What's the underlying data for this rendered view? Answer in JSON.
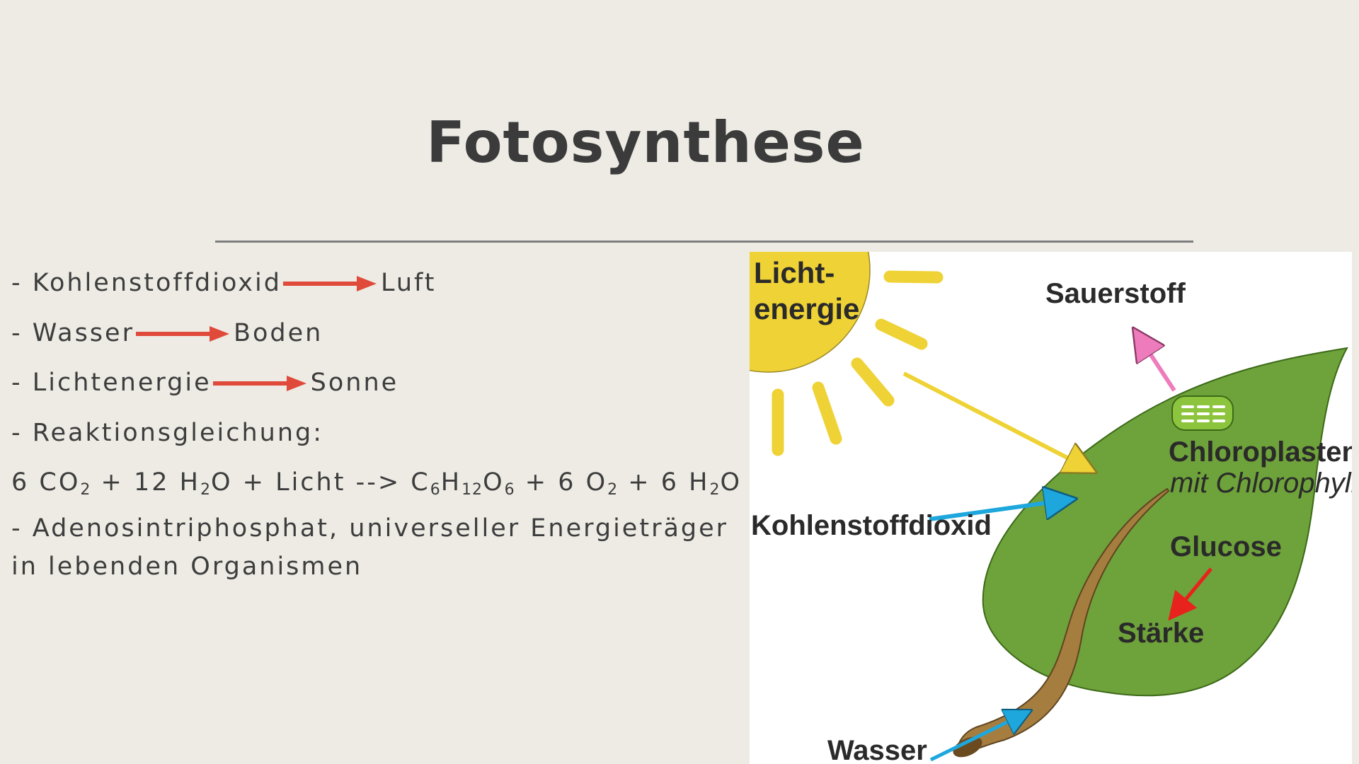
{
  "title": "Fotosynthese",
  "bullets": [
    {
      "prefix": "- Kohlenstoffdioxid",
      "target": "Luft"
    },
    {
      "prefix": "- Wasser",
      "target": "Boden"
    },
    {
      "prefix": "- Lichtenergie",
      "target": "Sonne"
    }
  ],
  "reaction_heading": "- Reaktionsgleichung:",
  "equation": {
    "t1": "6 CO",
    "s1": "2",
    "t2": " + 12 H",
    "s2": "2",
    "t3": "O + Licht --> C",
    "s3": "6",
    "t4": "H",
    "s4": "12",
    "t5": "O",
    "s5": "6",
    "t6": " + 6 O",
    "s6": "2",
    "t7": " + 6 H",
    "s7": "2",
    "t8": "O"
  },
  "atp_note": "- Adenosintriphosphat, universeller Energieträger in lebenden Organismen",
  "figure": {
    "licht_line1": "Licht-",
    "licht_line2": "energie",
    "sauerstoff": "Sauerstoff",
    "chloroplasten": "Chloroplasten",
    "chlorophyll": "mit Chlorophyll",
    "kohlenstoffdioxid": "Kohlenstoffdioxid",
    "glucose": "Glucose",
    "staerke": "Stärke",
    "wasser": "Wasser"
  },
  "colors": {
    "background": "#edebe4",
    "text": "#3d3d3d",
    "arrow_red": "#e04a3a",
    "sun_yellow": "#efd235",
    "leaf_green": "#6ea23a",
    "stem_brown": "#a57d3f",
    "arrow_blue": "#1ea7dc",
    "arrow_pink": "#ee7cbc",
    "arrow_red_figure": "#e8221c"
  }
}
